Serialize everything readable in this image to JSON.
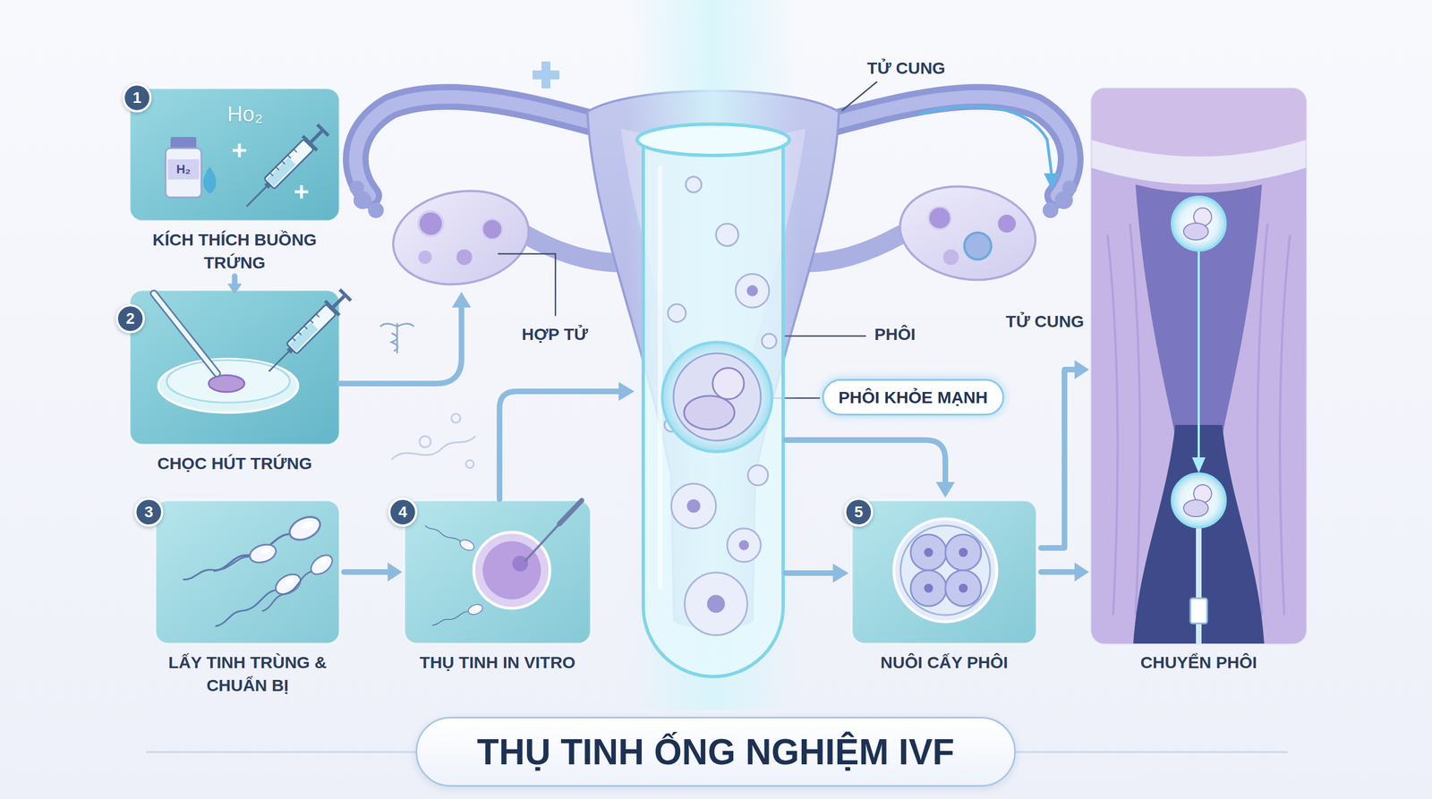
{
  "diagram": {
    "title": "THỤ TINH ỐNG NGHIỆM IVF",
    "nodes": [
      {
        "text": [
          "KÍCH THÍCH BUỒNG TRỨNG"
        ]
      },
      {
        "text": [
          "CHỌC HÚT TRỨNG"
        ]
      },
      {
        "text": [
          "LẤY TINH TRÙNG & CHUẨN BỊ"
        ]
      },
      {
        "text": [
          "THỤ TINH IN VITRO"
        ]
      },
      {
        "text": [
          "PHÔI KHỎE MẠNH"
        ]
      },
      {
        "text": [
          "NUÔI CẤY PHÔI"
        ]
      },
      {
        "text": [
          "CHUYỂN PHÔI"
        ]
      }
    ],
    "edges": [
      {
        "from": 0,
        "to": 1,
        "arrow": "to"
      },
      {
        "from": 2,
        "to": 3,
        "arrow": "to"
      },
      {
        "from": 5,
        "to": 6,
        "arrow": "to"
      },
      {
        "from": 5,
        "to": 6,
        "arrow": "to"
      }
    ],
    "labels": [
      "1",
      "Ho₂",
      "H₂",
      "TỬ CUNG",
      "2",
      "HỢP TỬ",
      "PHÔI",
      "TỬ CUNG",
      "3",
      "4",
      "5"
    ]
  }
}
